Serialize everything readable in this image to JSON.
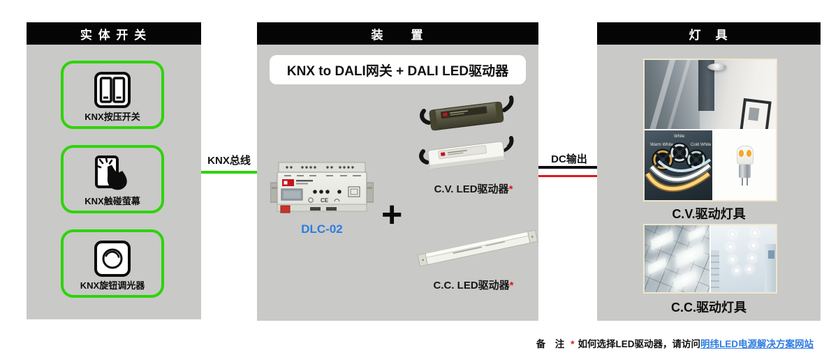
{
  "colors": {
    "panel_gray": "#c9c9c7",
    "header_black": "#050505",
    "accent_green": "#2ed30b",
    "alert_red": "#e8131a",
    "link_blue": "#2e7ce0"
  },
  "left_panel": {
    "title": "实 体 开 关",
    "items": [
      {
        "label": "KNX按压开关",
        "icon": "rocker-switch-icon"
      },
      {
        "label": "KNX触碰萤幕",
        "icon": "touch-screen-icon"
      },
      {
        "label": "KNX旋钮调光器",
        "icon": "rotary-dimmer-icon"
      }
    ]
  },
  "middle_panel": {
    "title": "装　　置",
    "banner": "KNX to DALI网关 + DALI LED驱动器",
    "gateway_label": "DLC-02",
    "device_marking": "CE",
    "plus_sign": "+",
    "cv_driver_label": "C.V. LED驱动器",
    "cc_driver_label": "C.C. LED驱动器",
    "asterisk": "*"
  },
  "right_panel": {
    "title": "灯　具",
    "cv_label": "C.V.驱动灯具",
    "cc_label": "C.C.驱动灯具",
    "strip_labels": {
      "warm": "Warm White",
      "white": "White",
      "cold": "Cold White"
    }
  },
  "connections": {
    "knx_bus_label": "KNX总线",
    "dc_output_label": "DC输出"
  },
  "footnote": {
    "prefix": "备　注",
    "asterisk": "*",
    "text": "如何选择LED驱动器，请访问",
    "link_text": "明纬LED电源解决方案网站"
  }
}
